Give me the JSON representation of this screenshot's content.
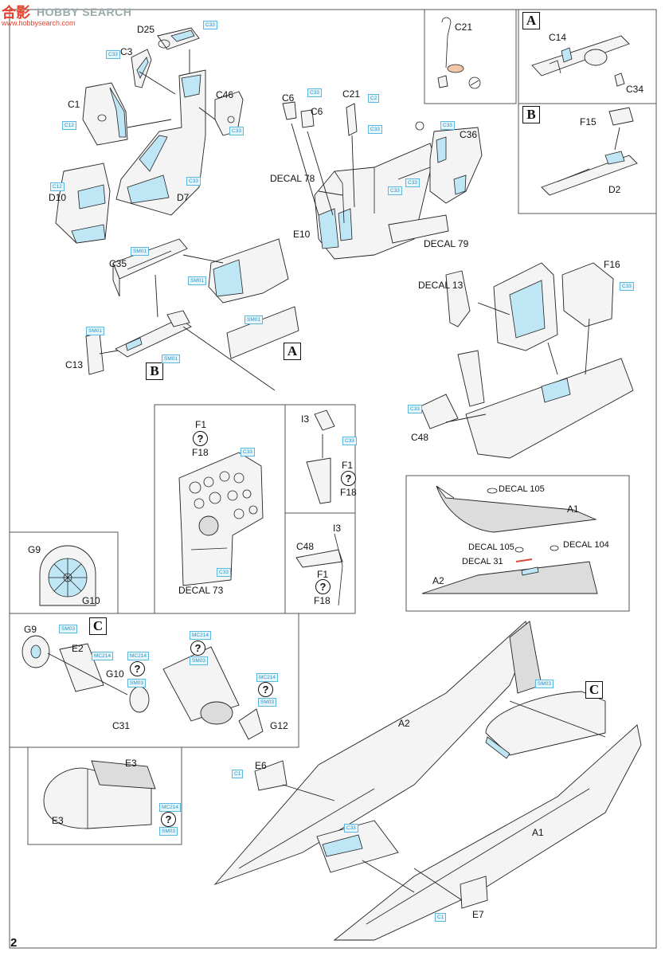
{
  "watermark": {
    "cn": "合影",
    "en": "HOBBY SEARCH",
    "url": "www.hobbysearch.com"
  },
  "page_number": "2",
  "callouts": {
    "A": "A",
    "B": "B",
    "C": "C",
    "unknown": "?"
  },
  "labels": {
    "D25": "D25",
    "C3": "C3",
    "C1": "C1",
    "C46": "C46",
    "D10": "D10",
    "D7": "D7",
    "C21a": "C21",
    "C21b": "C21",
    "C6a": "C6",
    "C6b": "C6",
    "C36": "C36",
    "decal78": "DECAL 78",
    "E10": "E10",
    "decal79": "DECAL 79",
    "C14": "C14",
    "C34": "C34",
    "F15": "F15",
    "D2": "D2",
    "C35": "C35",
    "C13": "C13",
    "decal13": "DECAL 13",
    "F16": "F16",
    "C48a": "C48",
    "F1a": "F1",
    "F18a": "F18",
    "decal73": "DECAL 73",
    "I3a": "I3",
    "F1b": "F1",
    "F18b": "F18",
    "I3b": "I3",
    "C48b": "C48",
    "F1c": "F1",
    "F18c": "F18",
    "G9a": "G9",
    "G10a": "G10",
    "decal105a": "DECAL 105",
    "A1a": "A1",
    "decal105b": "DECAL 105",
    "decal104": "DECAL 104",
    "decal31": "DECAL 31",
    "A2a": "A2",
    "G9b": "G9",
    "E2": "E2",
    "G10b": "G10",
    "C31": "C31",
    "G12": "G12",
    "E3a": "E3",
    "E3b": "E3",
    "E6": "E6",
    "A2b": "A2",
    "A1b": "A1",
    "E7": "E7"
  },
  "paint_tags": {
    "t1": "C33",
    "t2": "C33",
    "t3": "C12",
    "t4": "C33",
    "t5": "C33",
    "t6": "C12",
    "t7": "C33",
    "t8": "C33",
    "t9": "C2",
    "t10": "C33",
    "t11": "C33",
    "t12": "C33",
    "t13": "C33",
    "t14": "SM01",
    "t15": "SM01",
    "t16": "SM01",
    "t17": "SM01",
    "t18": "SM01",
    "t19": "C33",
    "t20": "C33",
    "t21": "C33",
    "t22": "C33",
    "t23": "C33",
    "t24": "SM03",
    "t25": "MC214",
    "t26": "SM03",
    "t27": "MC214",
    "t28": "SM03",
    "t29": "MC214",
    "t30": "SM03",
    "t31": "MC214",
    "t32": "SM03",
    "t33": "C1",
    "t34": "C33",
    "t35": "SM03",
    "t36": "C1"
  },
  "colors": {
    "paint_tag": "#2b8fbf",
    "highlight_blue": "#bfe6f5",
    "grey_fill": "#d9d9d9",
    "watermark_red": "#e4432f"
  }
}
